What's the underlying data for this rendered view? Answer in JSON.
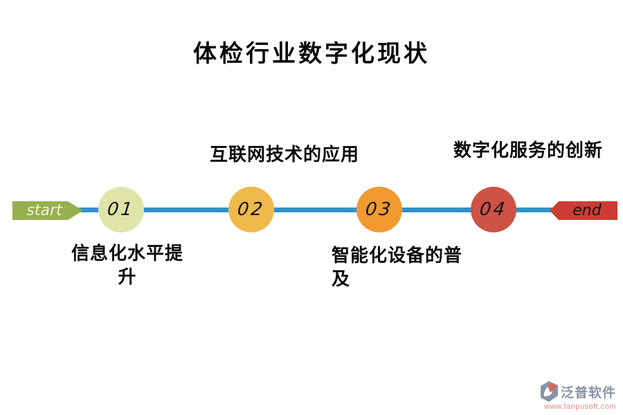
{
  "title": "体检行业数字化现状",
  "timeline": {
    "line_color": "#2e93cf",
    "start": {
      "label": "start",
      "color": "#94b04f"
    },
    "end": {
      "label": "end",
      "color": "#cb3d34"
    },
    "nodes": [
      {
        "number": "01",
        "color": "#dfe5a9",
        "label": "信息化水平提升",
        "label_position": "below"
      },
      {
        "number": "02",
        "color": "#efb94b",
        "label": "互联网技术的应用",
        "label_position": "above"
      },
      {
        "number": "03",
        "color": "#f09a31",
        "label": "智能化设备的普及",
        "label_position": "below"
      },
      {
        "number": "04",
        "color": "#ce5244",
        "label": "数字化服务的创新",
        "label_position": "above"
      }
    ]
  },
  "watermark": {
    "brand": "泛普软件",
    "url": "www.fanpusoft.com",
    "icon": "fanpu-logo-icon",
    "brand_color": "#8a93a7",
    "url_color": "#dd8e83",
    "icon_accent": "#d4695c"
  }
}
